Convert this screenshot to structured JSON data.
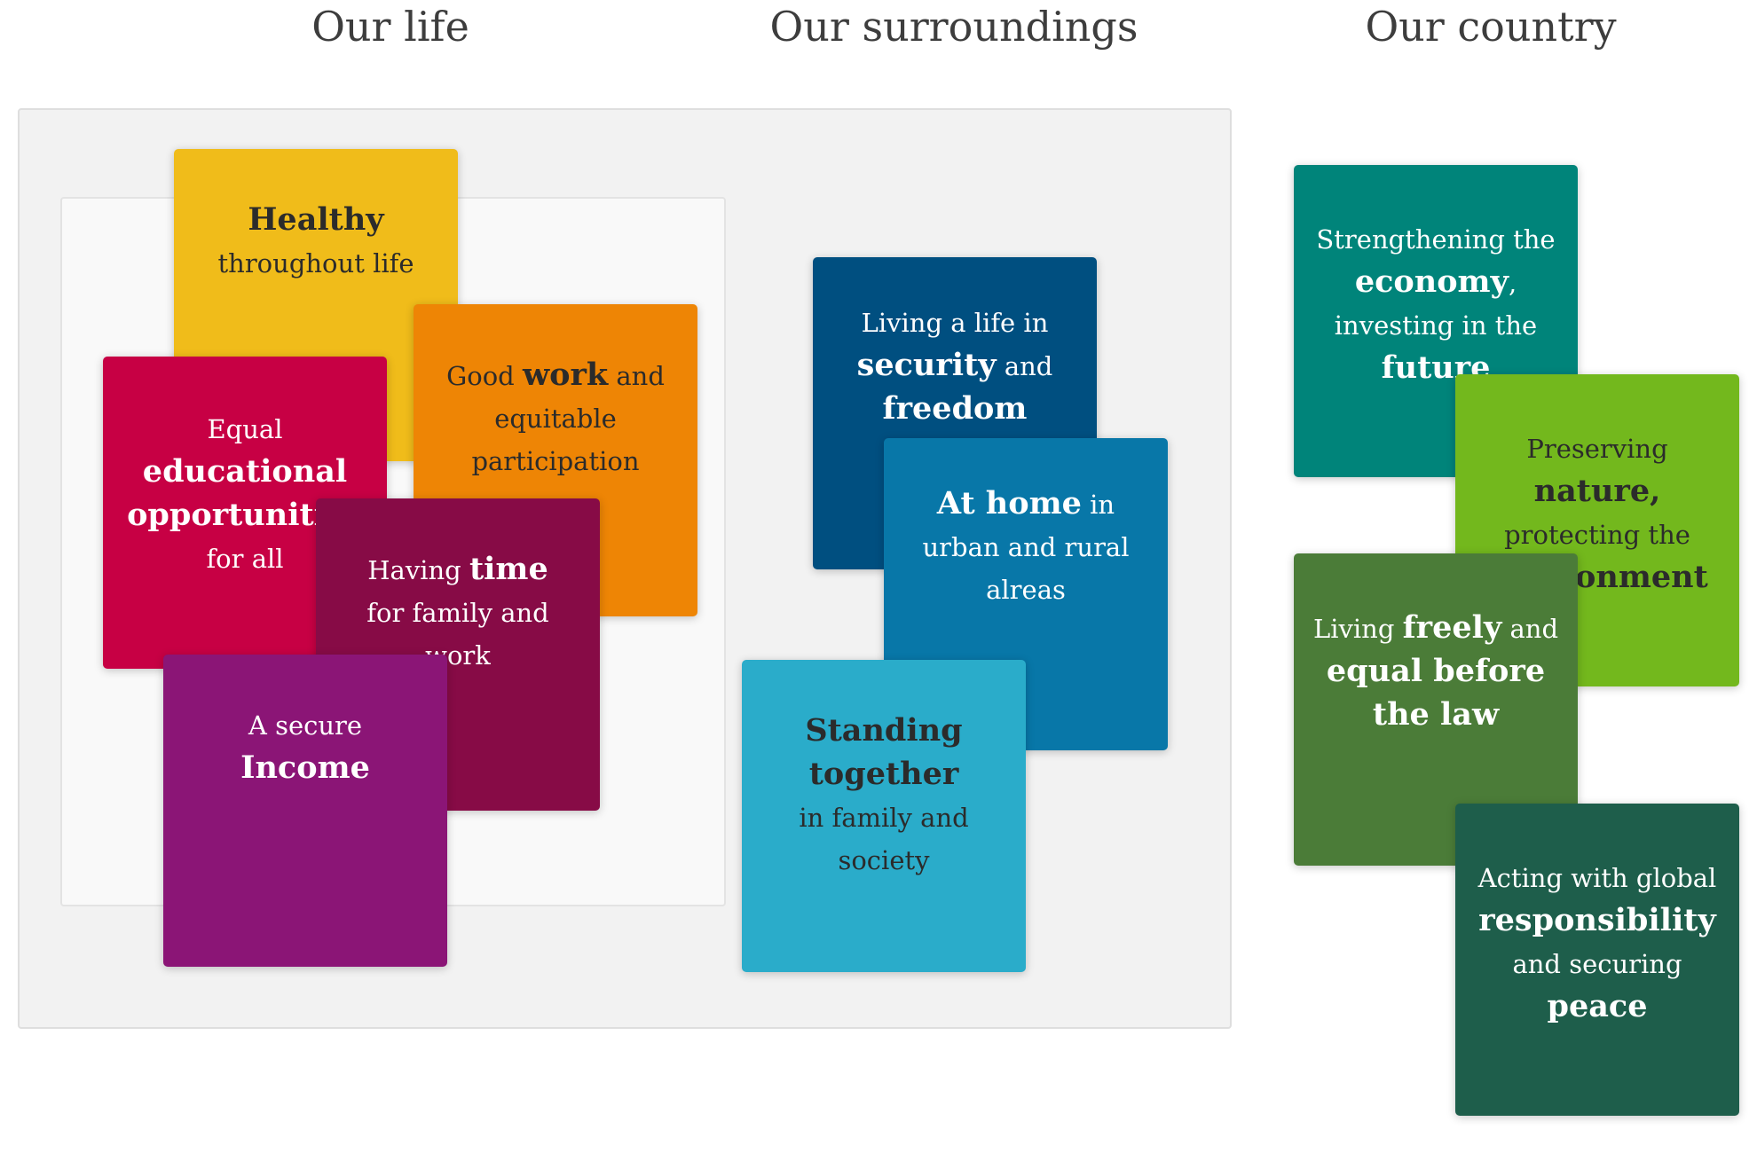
{
  "headings": {
    "life": "Our life",
    "surroundings": "Our surroundings",
    "country": "Our country"
  },
  "tiles": {
    "healthy": {
      "color": "#F0BC1A",
      "parts": [
        {
          "text": "Healthy",
          "bold": true,
          "br": true
        },
        {
          "text": "throughout life"
        }
      ]
    },
    "work": {
      "color": "#EE8505",
      "parts": [
        {
          "text": "Good "
        },
        {
          "text": "work",
          "bold": true
        },
        {
          "text": " and equitable participation"
        }
      ]
    },
    "education": {
      "color": "#C70044",
      "parts": [
        {
          "text": "Equal "
        },
        {
          "text": "educational opportunities",
          "bold": true
        },
        {
          "text": " for all"
        }
      ]
    },
    "time": {
      "color": "#870B46",
      "parts": [
        {
          "text": "Having "
        },
        {
          "text": "time",
          "bold": true,
          "br": true
        },
        {
          "text": "for family and work"
        }
      ]
    },
    "income": {
      "color": "#8B1576",
      "parts": [
        {
          "text": "A secure",
          "br": true
        },
        {
          "text": "Income",
          "bold": true
        }
      ]
    },
    "security": {
      "color": "#004F80",
      "parts": [
        {
          "text": "Living a life in "
        },
        {
          "text": "security",
          "bold": true
        },
        {
          "text": " and "
        },
        {
          "text": "freedom",
          "bold": true
        }
      ]
    },
    "home": {
      "color": "#0877A8",
      "parts": [
        {
          "text": "At home",
          "bold": true
        },
        {
          "text": " in urban and rural alreas"
        }
      ]
    },
    "together": {
      "color": "#2AACCA",
      "parts": [
        {
          "text": "Standing together",
          "bold": true,
          "br": true
        },
        {
          "text": "in family and society"
        }
      ]
    },
    "economy": {
      "color": "#00847A",
      "parts": [
        {
          "text": "Strengthening the "
        },
        {
          "text": "economy",
          "bold": true
        },
        {
          "text": ", investing in the "
        },
        {
          "text": "future",
          "bold": true
        }
      ]
    },
    "nature": {
      "color": "#73B81D",
      "parts": [
        {
          "text": "Preserving "
        },
        {
          "text": "nature,",
          "bold": true
        },
        {
          "text": " protecting the "
        },
        {
          "text": "environment",
          "bold": true
        }
      ]
    },
    "law": {
      "color": "#4B7C38",
      "parts": [
        {
          "text": "Living "
        },
        {
          "text": "freely",
          "bold": true
        },
        {
          "text": " and "
        },
        {
          "text": "equal before the law",
          "bold": true
        }
      ]
    },
    "peace": {
      "color": "#1E5E4B",
      "parts": [
        {
          "text": "Acting with global "
        },
        {
          "text": "responsibility",
          "bold": true
        },
        {
          "text": " and securing "
        },
        {
          "text": "peace",
          "bold": true
        }
      ]
    }
  }
}
